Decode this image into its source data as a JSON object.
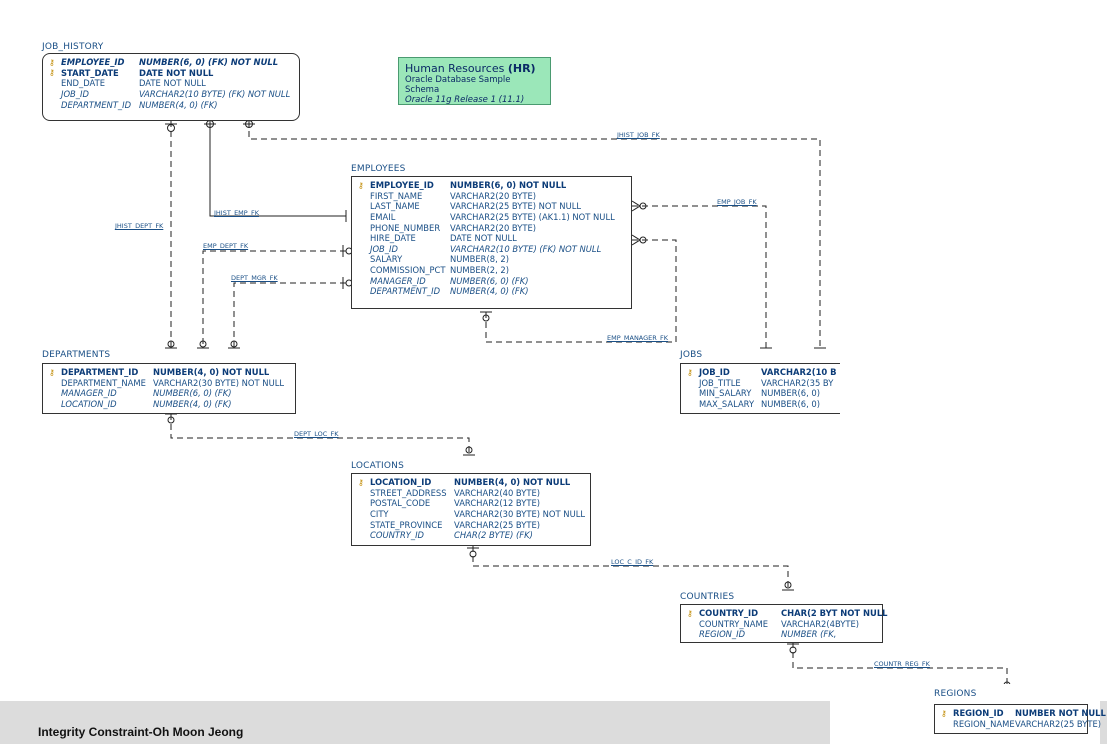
{
  "note": {
    "line1_prefix": "Human Resources ",
    "line1_bold": "(HR)",
    "line2": "Oracle Database Sample Schema",
    "line3": "Oracle 11g Release 1 (11.1)"
  },
  "tables": {
    "job_history": {
      "title": "JOB_HISTORY",
      "rows": [
        {
          "col": "EMPLOYEE_ID",
          "type": "NUMBER(6, 0) (FK) NOT NULL",
          "key": true,
          "fk": true,
          "pk": true
        },
        {
          "col": "START_DATE",
          "type": "DATE NOT NULL",
          "key": true,
          "pk": true
        },
        {
          "col": "END_DATE",
          "type": "DATE NOT NULL"
        },
        {
          "col": "JOB_ID",
          "type": "VARCHAR2(10 BYTE) (FK) NOT NULL",
          "fk": true
        },
        {
          "col": "DEPARTMENT_ID",
          "type": "NUMBER(4, 0) (FK)",
          "fk": true
        }
      ]
    },
    "employees": {
      "title": "EMPLOYEES",
      "rows": [
        {
          "col": "EMPLOYEE_ID",
          "type": "NUMBER(6, 0) NOT NULL",
          "key": true,
          "pk": true
        },
        {
          "col": "FIRST_NAME",
          "type": "VARCHAR2(20 BYTE)"
        },
        {
          "col": "LAST_NAME",
          "type": "VARCHAR2(25 BYTE) NOT NULL"
        },
        {
          "col": "EMAIL",
          "type": "VARCHAR2(25 BYTE) (AK1.1) NOT NULL"
        },
        {
          "col": "PHONE_NUMBER",
          "type": "VARCHAR2(20 BYTE)"
        },
        {
          "col": "HIRE_DATE",
          "type": "DATE NOT NULL"
        },
        {
          "col": "JOB_ID",
          "type": "VARCHAR2(10 BYTE) (FK) NOT NULL",
          "fk": true
        },
        {
          "col": "SALARY",
          "type": "NUMBER(8, 2)"
        },
        {
          "col": "COMMISSION_PCT",
          "type": "NUMBER(2, 2)"
        },
        {
          "col": "MANAGER_ID",
          "type": "NUMBER(6, 0) (FK)",
          "fk": true
        },
        {
          "col": "DEPARTMENT_ID",
          "type": "NUMBER(4, 0) (FK)",
          "fk": true
        }
      ]
    },
    "departments": {
      "title": "DEPARTMENTS",
      "rows": [
        {
          "col": "DEPARTMENT_ID",
          "type": "NUMBER(4, 0) NOT NULL",
          "key": true,
          "pk": true
        },
        {
          "col": "DEPARTMENT_NAME",
          "type": "VARCHAR2(30 BYTE) NOT NULL"
        },
        {
          "col": "MANAGER_ID",
          "type": "NUMBER(6, 0) (FK)",
          "fk": true
        },
        {
          "col": "LOCATION_ID",
          "type": "NUMBER(4, 0) (FK)",
          "fk": true
        }
      ]
    },
    "jobs": {
      "title": "JOBS",
      "rows": [
        {
          "col": "JOB_ID",
          "type": "VARCHAR2(10 B",
          "key": true,
          "pk": true
        },
        {
          "col": "JOB_TITLE",
          "type": "VARCHAR2(35 BY"
        },
        {
          "col": "MIN_SALARY",
          "type": "NUMBER(6, 0)"
        },
        {
          "col": "MAX_SALARY",
          "type": "NUMBER(6, 0)"
        }
      ]
    },
    "locations": {
      "title": "LOCATIONS",
      "rows": [
        {
          "col": "LOCATION_ID",
          "type": "NUMBER(4, 0) NOT NULL",
          "key": true,
          "pk": true
        },
        {
          "col": "STREET_ADDRESS",
          "type": "VARCHAR2(40 BYTE)"
        },
        {
          "col": "POSTAL_CODE",
          "type": "VARCHAR2(12 BYTE)"
        },
        {
          "col": "CITY",
          "type": "VARCHAR2(30 BYTE) NOT NULL"
        },
        {
          "col": "STATE_PROVINCE",
          "type": "VARCHAR2(25 BYTE)"
        },
        {
          "col": "COUNTRY_ID",
          "type": "CHAR(2 BYTE) (FK)",
          "fk": true
        }
      ]
    },
    "countries": {
      "title": "COUNTRIES",
      "rows": [
        {
          "col": "COUNTRY_ID",
          "type": "CHAR(2 BYT NOT NULL",
          "key": true,
          "pk": true
        },
        {
          "col": "COUNTRY_NAME",
          "type": "VARCHAR2(4BYTE)"
        },
        {
          "col": "REGION_ID",
          "type": "NUMBER (FK,",
          "fk": true
        }
      ]
    },
    "regions": {
      "title": "REGIONS",
      "rows": [
        {
          "col": "REGION_ID",
          "type": "NUMBER NOT NULL",
          "key": true,
          "pk": true
        },
        {
          "col": "REGION_NAME",
          "type": "VARCHAR2(25 BYTE)"
        }
      ]
    }
  },
  "relationships": {
    "jhist_job_fk": "JHIST_JOB_FK",
    "jhist_emp_fk": "JHIST_EMP_FK",
    "jhist_dept_fk": "JHIST_DEPT_FK",
    "emp_dept_fk": "EMP_DEPT_FK",
    "dept_mgr_fk": "DEPT_MGR_FK",
    "emp_job_fk": "EMP_JOB_FK",
    "emp_manager_fk": "EMP_MANAGER_FK",
    "dept_loc_fk": "DEPT_LOC_FK",
    "loc_c_id_fk": "LOC_C_ID_FK",
    "countr_reg_fk": "COUNTR_REG_FK"
  },
  "footer": {
    "text": "Integrity Constraint-Oh Moon Jeong"
  },
  "key_icon": "key-icon",
  "colors": {
    "text": "#1a4f86",
    "note_bg": "#9be7b9",
    "footer_bg": "#dcdcdc"
  }
}
